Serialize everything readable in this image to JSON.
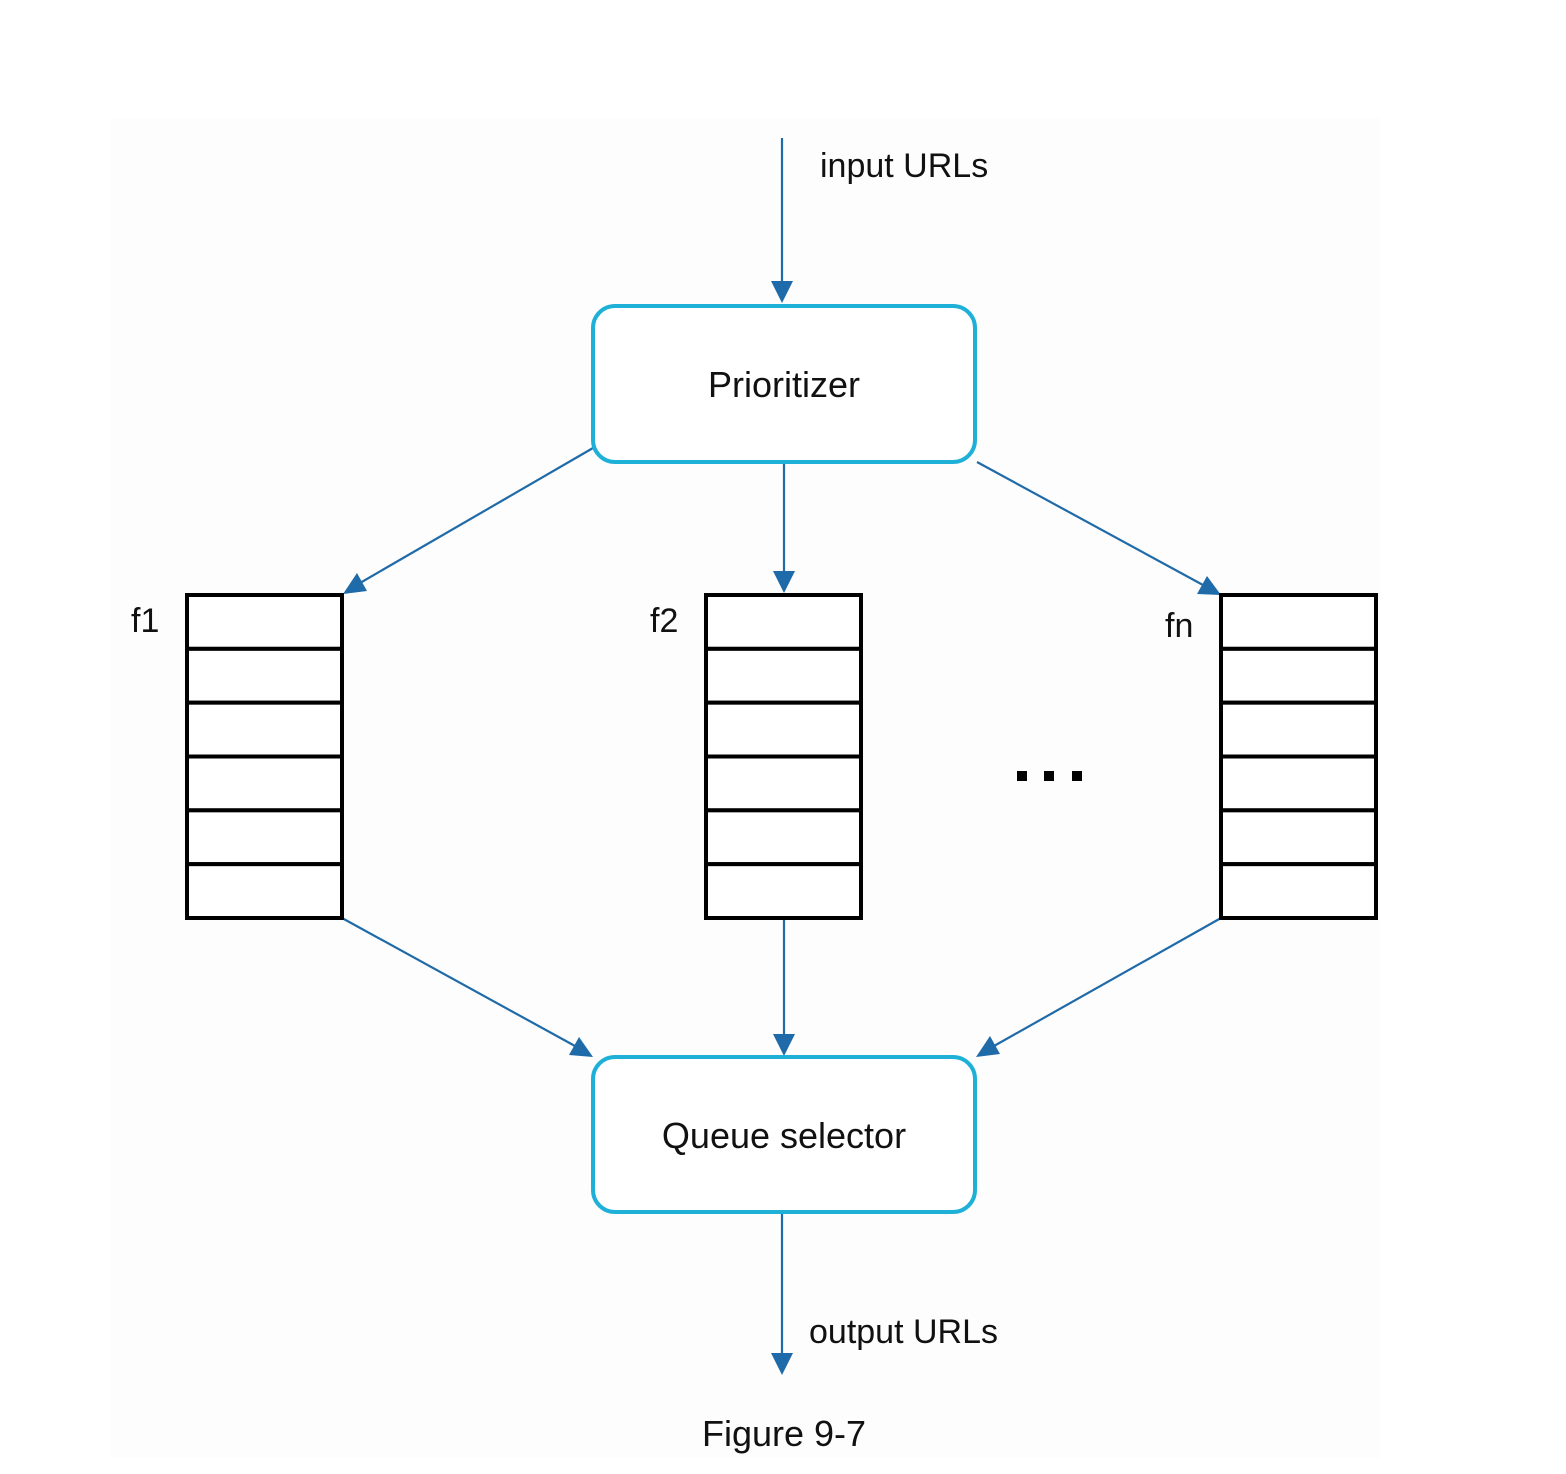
{
  "figure": {
    "caption": "Figure 9-7",
    "colors": {
      "box_stroke": "#1fb0d8",
      "arrow": "#1f6aa8",
      "queue_stroke": "#000000",
      "text": "#111111"
    }
  },
  "labels": {
    "input": "input URLs",
    "output": "output URLs",
    "ellipsis": "..."
  },
  "nodes": {
    "prioritizer": {
      "label": "Prioritizer"
    },
    "queue_selector": {
      "label": "Queue selector"
    }
  },
  "queues": [
    {
      "id": "f1",
      "label": "f1",
      "cells": 6
    },
    {
      "id": "f2",
      "label": "f2",
      "cells": 6
    },
    {
      "id": "fn",
      "label": "fn",
      "cells": 6
    }
  ],
  "edges": [
    {
      "from": "input",
      "to": "prioritizer"
    },
    {
      "from": "prioritizer",
      "to": "f1"
    },
    {
      "from": "prioritizer",
      "to": "f2"
    },
    {
      "from": "prioritizer",
      "to": "fn"
    },
    {
      "from": "f1",
      "to": "queue_selector"
    },
    {
      "from": "f2",
      "to": "queue_selector"
    },
    {
      "from": "fn",
      "to": "queue_selector"
    },
    {
      "from": "queue_selector",
      "to": "output"
    }
  ]
}
